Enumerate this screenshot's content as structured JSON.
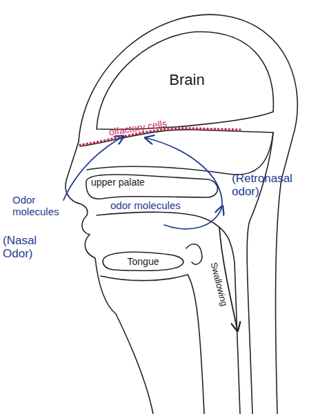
{
  "diagram": {
    "nodes": [
      {
        "text": [
          "Brain"
        ]
      },
      {
        "text": [
          "upper palate"
        ]
      },
      {
        "text": [
          "Tongue"
        ]
      }
    ],
    "labels": [
      "olfactory cells",
      "Odor molecules",
      "odor molecules",
      "(Retronasal odor)",
      "(Nasal Odor)",
      "Swallowing"
    ]
  }
}
